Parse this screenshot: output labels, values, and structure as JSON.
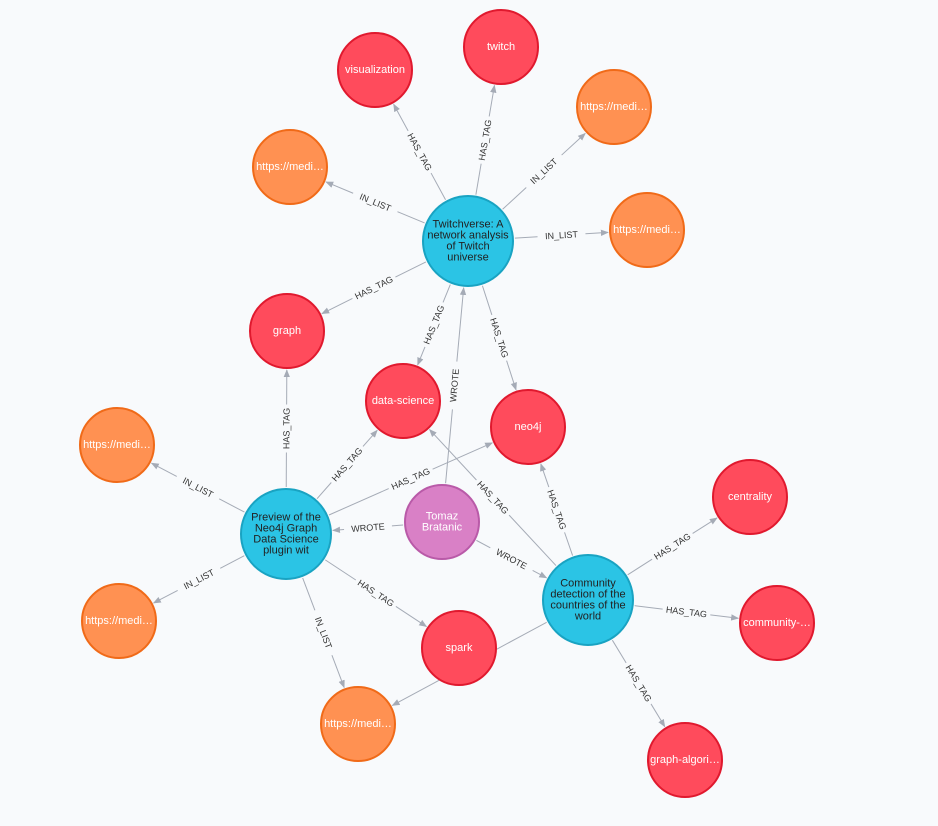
{
  "colors": {
    "post": {
      "fill": "#2bc4e5",
      "stroke": "#19a3c2"
    },
    "tag": {
      "fill": "#ff4b5c",
      "stroke": "#e0192e"
    },
    "url": {
      "fill": "#ff9152",
      "stroke": "#f06a18"
    },
    "author": {
      "fill": "#d980c6",
      "stroke": "#b95aa8"
    },
    "edge": "#a5abb6"
  },
  "nodes": [
    {
      "id": "twitchverse",
      "type": "post",
      "lines": [
        "Twitchverse: A",
        "network analysis",
        "of Twitch",
        "universe"
      ]
    },
    {
      "id": "preview",
      "type": "post",
      "lines": [
        "Preview of the",
        "Neo4j Graph",
        "Data Science",
        "plugin wit"
      ]
    },
    {
      "id": "community",
      "type": "post",
      "lines": [
        "Community",
        "detection of the",
        "countries of the",
        "world"
      ]
    },
    {
      "id": "tomaz",
      "type": "author",
      "lines": [
        "Tomaz",
        "Bratanic"
      ]
    },
    {
      "id": "visualization",
      "type": "tag",
      "lines": [
        "visualization"
      ]
    },
    {
      "id": "twitch",
      "type": "tag",
      "lines": [
        "twitch"
      ]
    },
    {
      "id": "graph",
      "type": "tag",
      "lines": [
        "graph"
      ]
    },
    {
      "id": "datascience",
      "type": "tag",
      "lines": [
        "data-science"
      ]
    },
    {
      "id": "neo4j",
      "type": "tag",
      "lines": [
        "neo4j"
      ]
    },
    {
      "id": "centrality",
      "type": "tag",
      "lines": [
        "centrality"
      ]
    },
    {
      "id": "communitytag",
      "type": "tag",
      "lines": [
        "community-…"
      ]
    },
    {
      "id": "spark",
      "type": "tag",
      "lines": [
        "spark"
      ]
    },
    {
      "id": "graphalgo",
      "type": "tag",
      "lines": [
        "graph-algori…"
      ]
    },
    {
      "id": "url1",
      "type": "url",
      "lines": [
        "https://medi…"
      ]
    },
    {
      "id": "url2",
      "type": "url",
      "lines": [
        "https://medi…"
      ]
    },
    {
      "id": "url3",
      "type": "url",
      "lines": [
        "https://medi…"
      ]
    },
    {
      "id": "url4",
      "type": "url",
      "lines": [
        "https://medi…"
      ]
    },
    {
      "id": "url5",
      "type": "url",
      "lines": [
        "https://medi…"
      ]
    },
    {
      "id": "url6",
      "type": "url",
      "lines": [
        "https://medi…"
      ]
    }
  ],
  "edges": [
    {
      "from": "twitchverse",
      "to": "visualization",
      "label": "HAS_TAG"
    },
    {
      "from": "twitchverse",
      "to": "twitch",
      "label": "HAS_TAG"
    },
    {
      "from": "twitchverse",
      "to": "url2",
      "label": "IN_LIST"
    },
    {
      "from": "twitchverse",
      "to": "url1",
      "label": "IN_LIST"
    },
    {
      "from": "twitchverse",
      "to": "url3",
      "label": "IN_LIST"
    },
    {
      "from": "twitchverse",
      "to": "graph",
      "label": "HAS_TAG"
    },
    {
      "from": "twitchverse",
      "to": "datascience",
      "label": "HAS_TAG"
    },
    {
      "from": "twitchverse",
      "to": "neo4j",
      "label": "HAS_TAG"
    },
    {
      "from": "tomaz",
      "to": "twitchverse",
      "label": "WROTE"
    },
    {
      "from": "tomaz",
      "to": "preview",
      "label": "WROTE"
    },
    {
      "from": "tomaz",
      "to": "community",
      "label": "WROTE"
    },
    {
      "from": "preview",
      "to": "graph",
      "label": "HAS_TAG"
    },
    {
      "from": "preview",
      "to": "datascience",
      "label": "HAS_TAG"
    },
    {
      "from": "preview",
      "to": "neo4j",
      "label": "HAS_TAG"
    },
    {
      "from": "preview",
      "to": "url4",
      "label": "IN_LIST"
    },
    {
      "from": "preview",
      "to": "url5",
      "label": "IN_LIST"
    },
    {
      "from": "preview",
      "to": "url6",
      "label": "IN_LIST"
    },
    {
      "from": "preview",
      "to": "spark",
      "label": "HAS_TAG"
    },
    {
      "from": "community",
      "to": "datascience",
      "label": "HAS_TAG"
    },
    {
      "from": "community",
      "to": "neo4j",
      "label": "HAS_TAG"
    },
    {
      "from": "community",
      "to": "centrality",
      "label": "HAS_TAG"
    },
    {
      "from": "community",
      "to": "communitytag",
      "label": "HAS_TAG"
    },
    {
      "from": "community",
      "to": "graphalgo",
      "label": "HAS_TAG"
    },
    {
      "from": "community",
      "to": "url6",
      "label": "IN_LIST"
    }
  ]
}
